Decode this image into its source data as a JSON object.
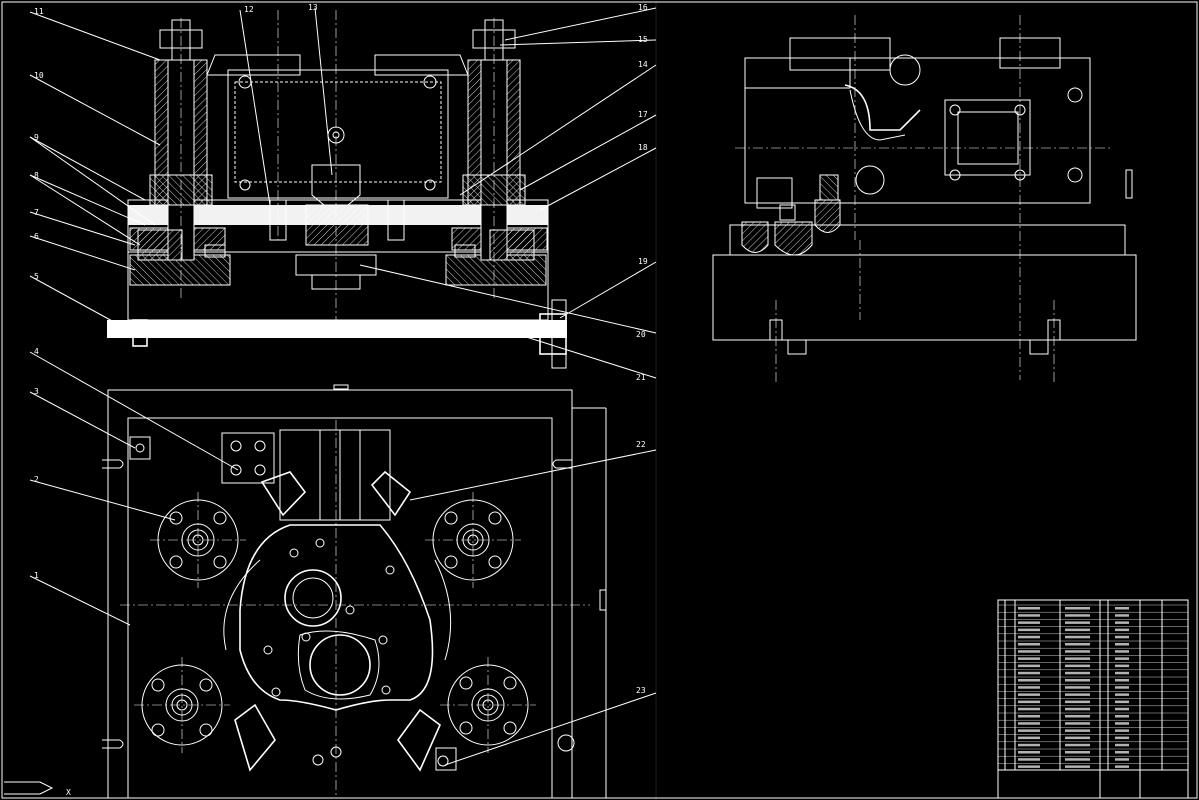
{
  "drawing": {
    "background": "#000000",
    "line_color": "#ffffff",
    "part_labels": [
      "1",
      "2",
      "3",
      "4",
      "5",
      "6",
      "7",
      "8",
      "9",
      "10",
      "11",
      "12",
      "13",
      "14",
      "15",
      "16",
      "17",
      "18",
      "19",
      "20",
      "21",
      "22",
      "23"
    ],
    "axis_marker": "X"
  }
}
